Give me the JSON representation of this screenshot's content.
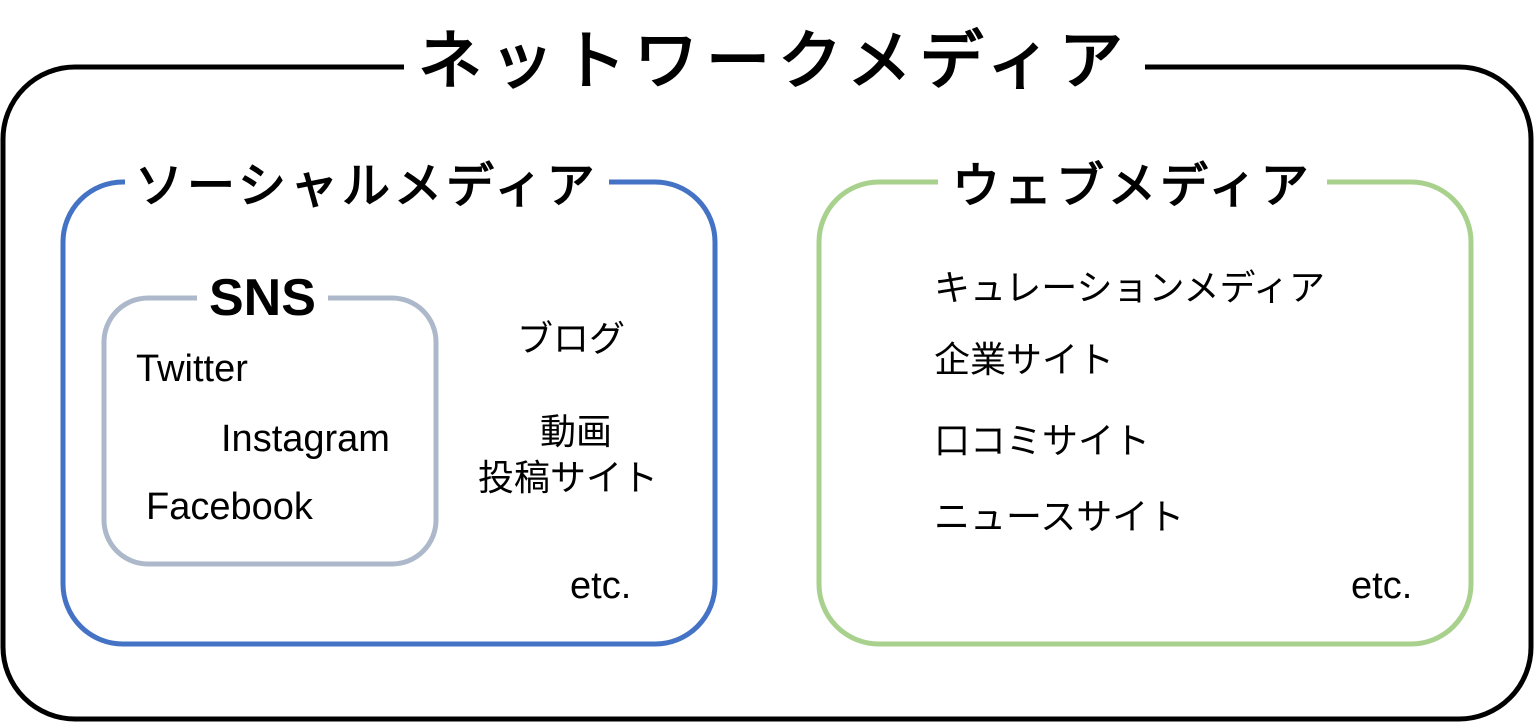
{
  "diagram": {
    "title": "ネットワークメディア",
    "colors": {
      "outer_border": "#000000",
      "social_border": "#4472c4",
      "sns_border": "#adb9ca",
      "web_border": "#a9d18e"
    },
    "social_media": {
      "title": "ソーシャルメディア",
      "sns": {
        "title": "SNS",
        "items": [
          "Twitter",
          "Instagram",
          "Facebook"
        ]
      },
      "items": [
        "ブログ",
        "動画",
        "投稿サイト"
      ],
      "etc": "etc."
    },
    "web_media": {
      "title": "ウェブメディア",
      "items": [
        "キュレーションメディア",
        "企業サイト",
        "口コミサイト",
        "ニュースサイト"
      ],
      "etc": "etc."
    }
  }
}
